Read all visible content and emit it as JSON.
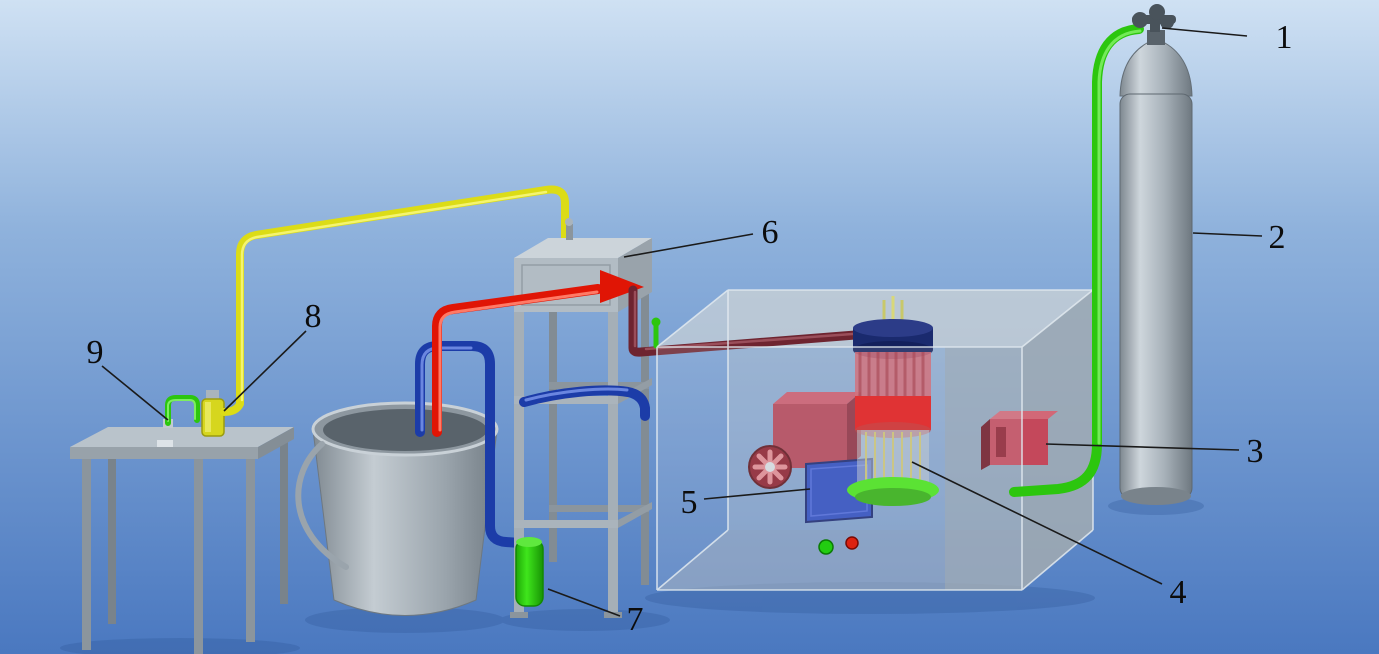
{
  "diagram": {
    "description": "3D rendering of a laboratory gas apparatus with numbered components",
    "labels": [
      "1",
      "2",
      "3",
      "4",
      "5",
      "6",
      "7",
      "8",
      "9"
    ],
    "colors": {
      "bg_top": "#cfe1f3",
      "bg_mid": "#8fb2dc",
      "bg_bottom": "#4a78c0",
      "pipe_green": "#2cc60e",
      "pipe_yellow": "#dcdc16",
      "pipe_red": "#e01505",
      "pipe_blue": "#1c3ca8",
      "pipe_maroon": "#6e2430",
      "metal_gray": "#a2acb4",
      "vessel_red": "#e31414",
      "vessel_cap_blue": "#1a2a6e",
      "glow_green": "#44e414",
      "panel_blue": "#2a49be"
    }
  }
}
